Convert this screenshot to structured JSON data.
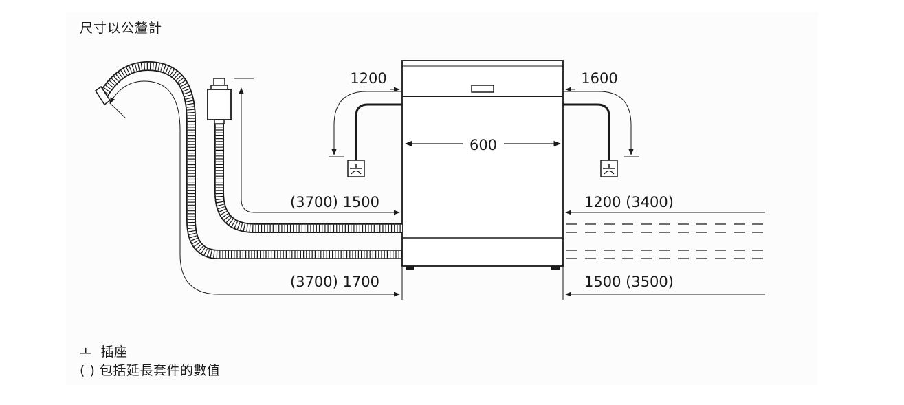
{
  "title": "尺寸以公釐計",
  "dimensions": {
    "top_left": "1200",
    "top_right": "1600",
    "width": "600",
    "inlet_left": "(3700) 1500",
    "inlet_right": "1200 (3400)",
    "drain_left": "(3700) 1700",
    "drain_right": "1500 (3500)"
  },
  "legend": {
    "socket_symbol": "ㅗ",
    "socket_label": "插座",
    "bracket_symbol": "( )",
    "bracket_label": "包括延長套件的數值"
  },
  "icons": [
    "power-socket-icon",
    "water-tap-icon",
    "hose-connector-icon"
  ],
  "colors": {
    "line": "#1a1a1a",
    "background": "#ffffff",
    "panel": "#fcfcfc"
  }
}
